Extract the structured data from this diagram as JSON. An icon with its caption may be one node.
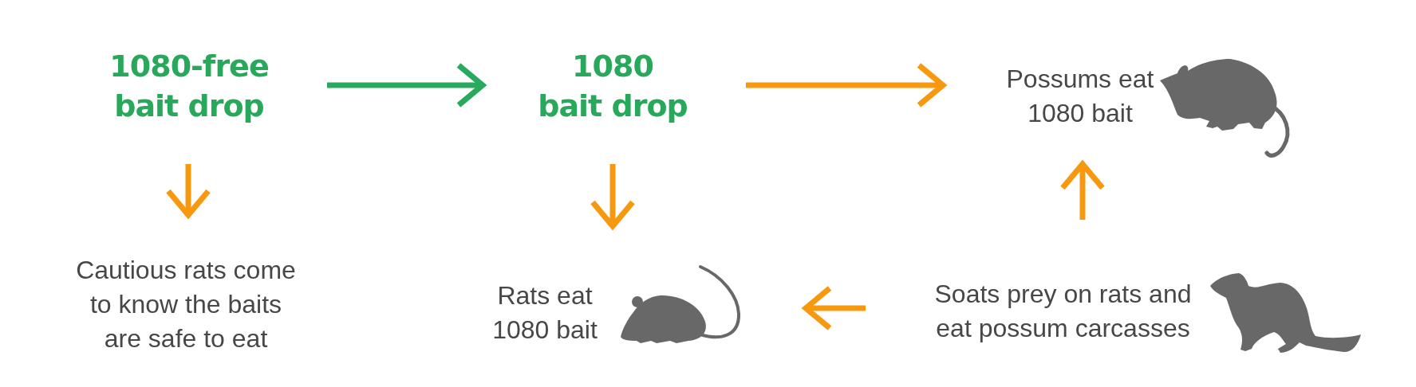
{
  "diagram": {
    "nodes": [
      {
        "text": [
          "1080-free bait drop"
        ]
      },
      {
        "text": [
          "1080 bait drop"
        ]
      },
      {
        "text": [
          "Possums eat 1080 bait"
        ]
      },
      {
        "text": [
          "Cautious rats come to know the baits are safe to eat"
        ]
      },
      {
        "text": [
          "Rats eat 1080 bait"
        ]
      },
      {
        "text": [
          "Soats prey on rats and eat possum carcasses"
        ]
      }
    ],
    "edges": [
      {
        "from": 0,
        "to": 1,
        "arrow": "to",
        "color": "#28a95d"
      },
      {
        "from": 1,
        "to": 2,
        "arrow": "to"
      },
      {
        "from": 0,
        "to": 3,
        "arrow": "to"
      },
      {
        "from": 1,
        "to": 4,
        "arrow": "to"
      },
      {
        "from": 5,
        "to": 2,
        "arrow": "to"
      },
      {
        "from": 5,
        "to": 4,
        "arrow": "to"
      }
    ]
  }
}
